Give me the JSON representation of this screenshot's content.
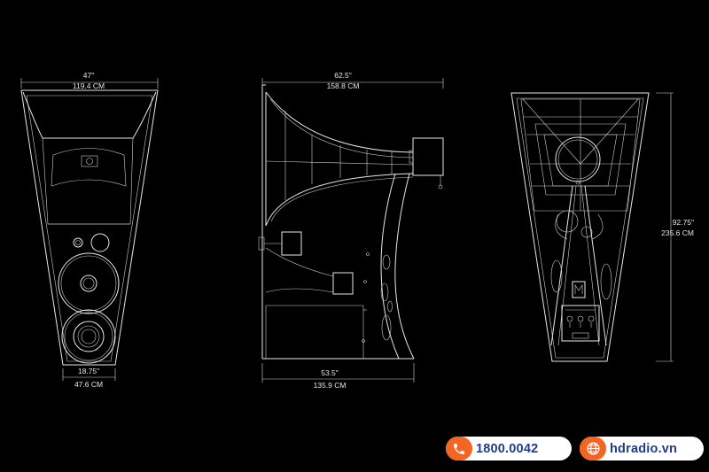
{
  "front_view": {
    "top_width_in": "47\"",
    "top_width_cm": "119.4 CM",
    "base_width_in": "18.75\"",
    "base_width_cm": "47.6 CM"
  },
  "side_view": {
    "top_depth_in": "62.5\"",
    "top_depth_cm": "158.8 CM",
    "base_depth_in": "53.5\"",
    "base_depth_cm": "135.9 CM"
  },
  "rear_view": {
    "height_in": "92.75\"",
    "height_cm": "235.6 CM"
  },
  "contact": {
    "phone": "1800.0042",
    "website": "hdradio.vn",
    "brand_color": "#f26522",
    "text_color": "#1f3d8a",
    "phone_icon": "phone-icon",
    "web_icon": "globe-icon"
  }
}
